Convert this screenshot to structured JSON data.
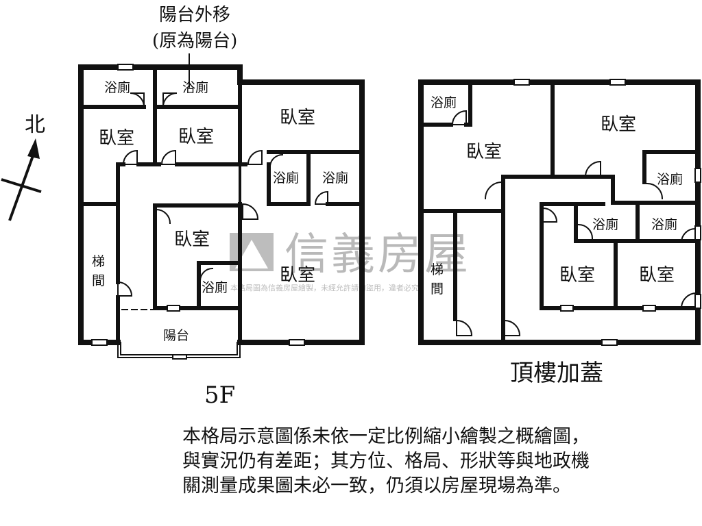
{
  "annotation": {
    "line1": "陽台外移",
    "line2": "(原為陽台)"
  },
  "compass": {
    "label": "北"
  },
  "floor5": {
    "caption": "5F",
    "rooms": {
      "bath_a": "浴廁",
      "bath_b": "浴廁",
      "bed_a": "臥室",
      "bed_b": "臥室",
      "bed_c": "臥室",
      "bath_c": "浴廁",
      "bath_d": "浴廁",
      "bed_center": "臥室",
      "bath_e": "浴廁",
      "bed_right": "臥室",
      "stairs_1": "梯",
      "stairs_2": "間",
      "balcony": "陽台"
    }
  },
  "rooftop": {
    "caption": "頂樓加蓋",
    "rooms": {
      "bath_a": "浴廁",
      "bed_a": "臥室",
      "bed_b": "臥室",
      "bath_b": "浴廁",
      "bath_c": "浴廁",
      "bath_d": "浴廁",
      "bed_c": "臥室",
      "bed_d": "臥室",
      "stairs_1": "梯",
      "stairs_2": "間"
    }
  },
  "watermark": {
    "brand": "信義房屋",
    "notice": "本格局圖為信義房屋繪製，未經允許請勿盜用，違者必究"
  },
  "disclaimer": "本格局示意圖係未依一定比例縮小繪製之概繪圖，與實況仍有差距；其方位、格局、形狀等與地政機關測量成果圖未必一致，仍須以房屋現場為準。"
}
